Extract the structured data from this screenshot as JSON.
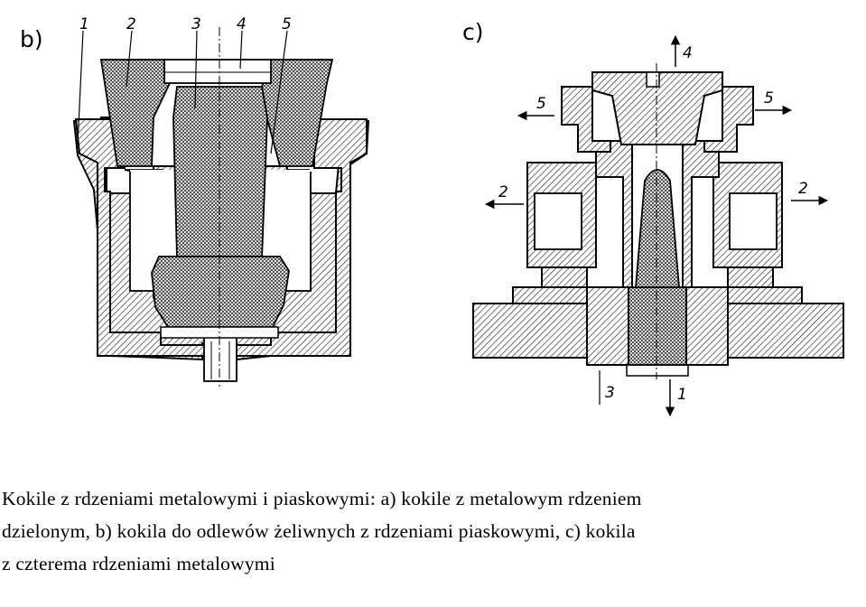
{
  "figure_b": {
    "panel_label": "b)",
    "labels": [
      "1",
      "2",
      "3",
      "4",
      "5"
    ]
  },
  "figure_c": {
    "panel_label": "c)",
    "labels": [
      "4",
      "5",
      "5",
      "2",
      "2",
      "3",
      "1"
    ]
  },
  "caption": {
    "line1": "Kokile z rdzeniami metalowymi i piaskowymi: a) kokile z metalowym rdzeniem",
    "line2": "dzielonym, b) kokila do odlewów żeliwnych z rdzeniami piaskowymi, c) kokila",
    "line3": "z czterema rdzeniami metalowymi"
  }
}
